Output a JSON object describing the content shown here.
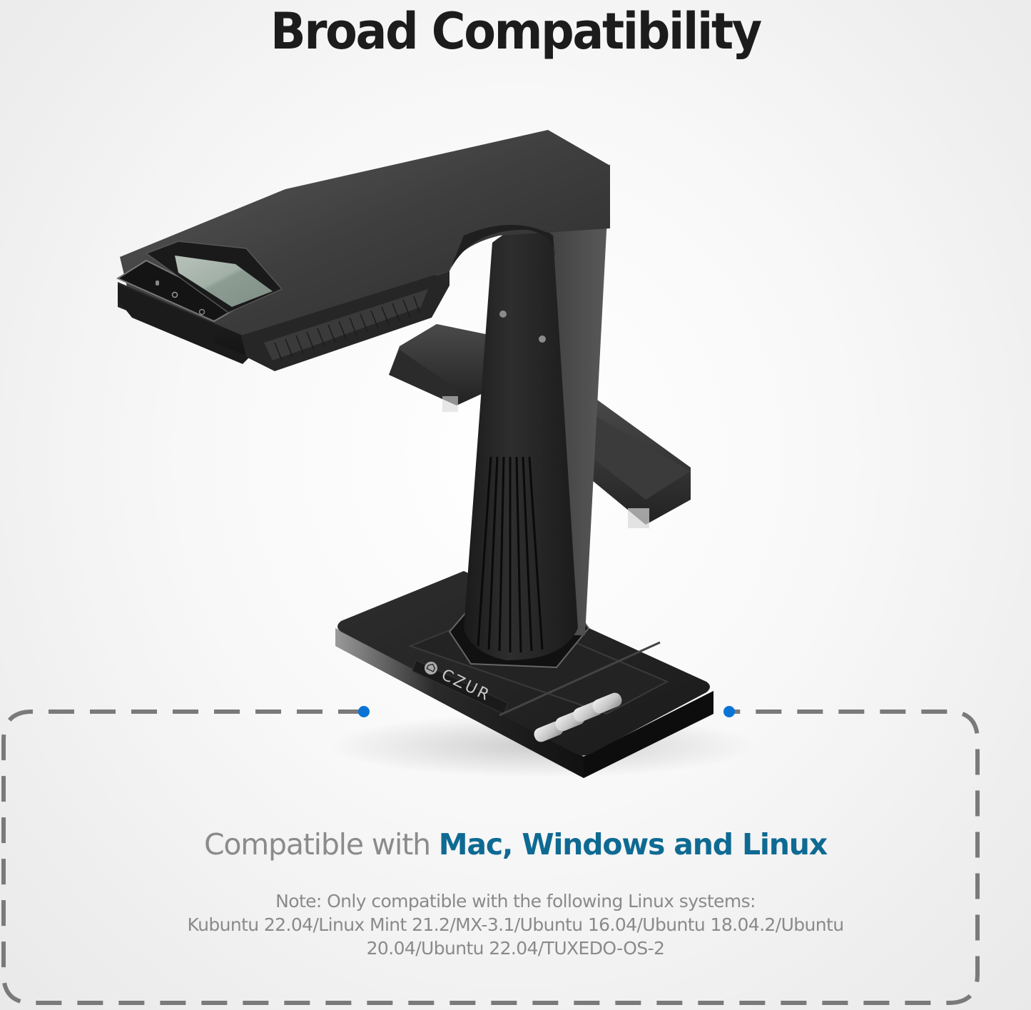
{
  "header": {
    "title": "Broad Compatibility"
  },
  "product": {
    "name": "CZUR book scanner",
    "brand_label": "CZUR",
    "head_icons": [
      "voice-icon",
      "camera-icon",
      "power-icon"
    ],
    "base_buttons": 4
  },
  "compatibility": {
    "prefix": "Compatible with ",
    "highlight": "Mac, Windows and Linux"
  },
  "note": {
    "line1": "Note: Only compatible with the following Linux systems:",
    "line2": "Kubuntu 22.04/Linux Mint 21.2/MX-3.1/Ubuntu 16.04/Ubuntu 18.04.2/Ubuntu",
    "line3": "20.04/Ubuntu 22.04/TUXEDO-OS-2",
    "systems": [
      "Kubuntu 22.04",
      "Linux Mint 21.2",
      "MX-3.1",
      "Ubuntu 16.04",
      "Ubuntu 18.04.2",
      "Ubuntu 20.04",
      "Ubuntu 22.04",
      "TUXEDO-OS-2"
    ]
  },
  "colors": {
    "title": "#1c1c1c",
    "highlight": "#0e6a93",
    "muted_text": "#8b8b8b",
    "dashed_border": "#7a7a7a",
    "connector_dot": "#0a74d6",
    "device_body": "#2a2a2a"
  }
}
